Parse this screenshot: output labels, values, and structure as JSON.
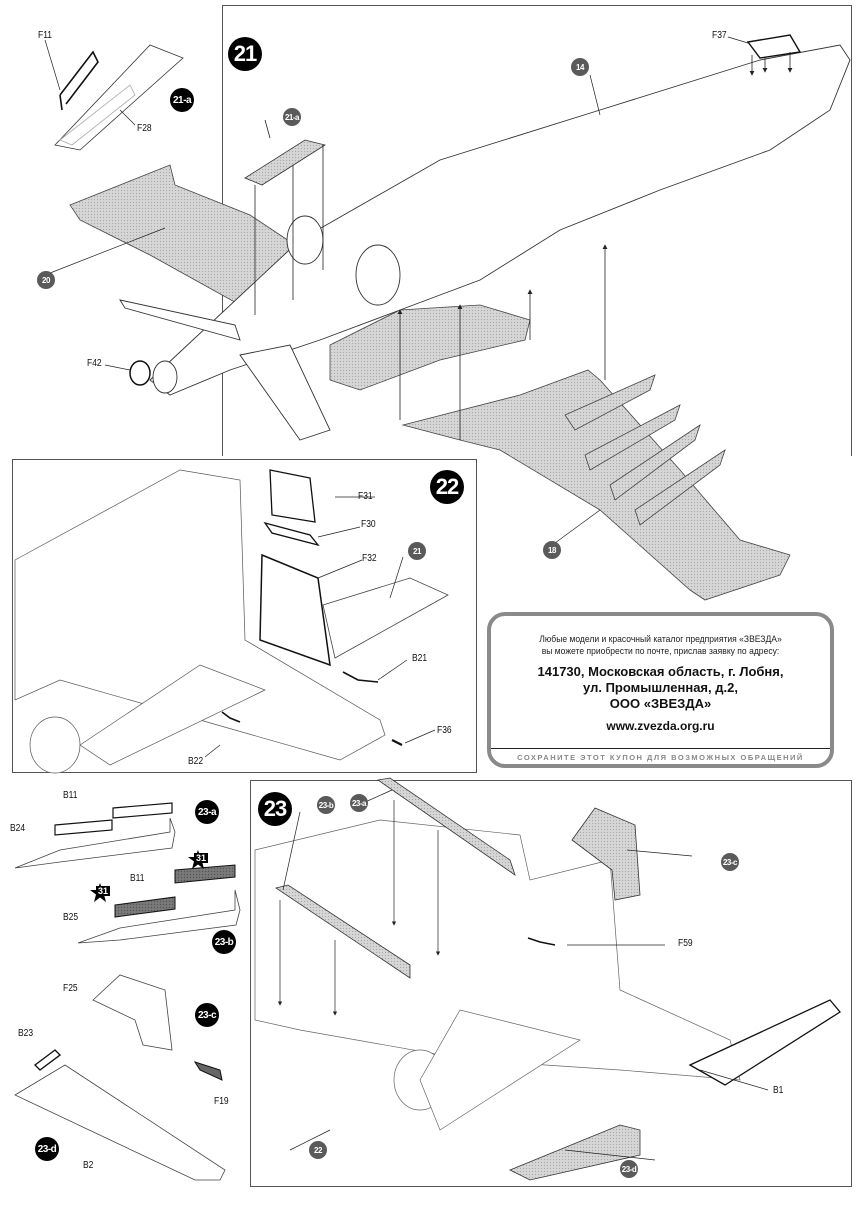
{
  "steps": [
    {
      "number": "21"
    },
    {
      "number": "22"
    },
    {
      "number": "23"
    }
  ],
  "sub_assemblies": {
    "a21": "21-a",
    "a23a": "23-a",
    "a23b": "23-b",
    "a23c": "23-c",
    "a23d": "23-d"
  },
  "reference_badges": {
    "r14": "14",
    "r20": "20",
    "r18": "18",
    "r21a": "21-a",
    "r21": "21",
    "r22": "22",
    "r23a": "23-a",
    "r23b": "23-b",
    "r23c": "23-c",
    "r23d": "23-d"
  },
  "part_labels": {
    "F11": "F11",
    "F28": "F28",
    "F37": "F37",
    "F42": "F42",
    "F31": "F31",
    "F30": "F30",
    "F32": "F32",
    "B21": "B21",
    "F36": "F36",
    "B22": "B22",
    "B11a": "B11",
    "B24": "B24",
    "B11b": "B11",
    "B25": "B25",
    "F25": "F25",
    "B23": "B23",
    "F19": "F19",
    "B2": "B2",
    "F59": "F59",
    "B1": "B1"
  },
  "paint_callouts": [
    {
      "code": "31"
    },
    {
      "code": "31"
    }
  ],
  "coupon": {
    "line1": "Любые модели и красочный каталог предприятия «ЗВЕЗДА»",
    "line2": "вы можете приобрести по почте, прислав заявку по адресу:",
    "address1": "141730, Московская область, г. Лобня,",
    "address2": "ул. Промышленная, д.2,",
    "address3": "ООО «ЗВЕЗДА»",
    "website": "www.zvezda.org.ru",
    "footer": "СОХРАНИТЕ ЭТОТ КУПОН ДЛЯ ВОЗМОЖНЫХ ОБРАЩЕНИЙ"
  },
  "colors": {
    "ink": "#111111",
    "highlight_fill": "#c8c8c8",
    "ref_badge": "#5a5a5a",
    "coupon_border": "#8a8a8a"
  }
}
